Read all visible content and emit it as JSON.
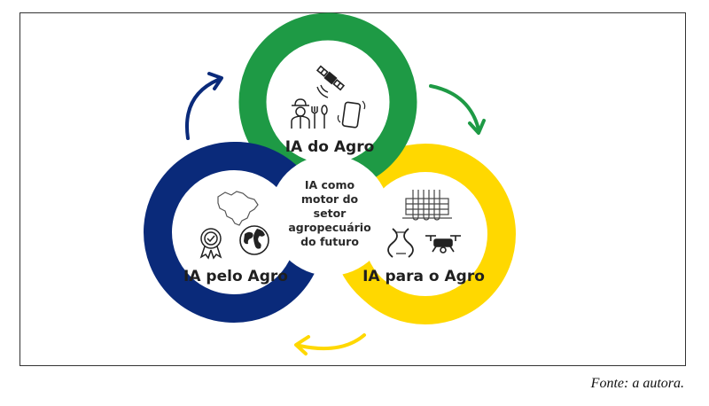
{
  "diagram": {
    "top": {
      "label": "IA do Agro",
      "color": "#1e9a45"
    },
    "left": {
      "label": "IA pelo Agro",
      "color": "#0a2a7a"
    },
    "right": {
      "label": "IA para o Agro",
      "color": "#ffd800"
    },
    "center": {
      "lines": [
        "IA como",
        "motor do",
        "setor",
        "agropecuário",
        "do futuro"
      ]
    },
    "icons": {
      "top": [
        "satellite-icon",
        "farmer-icon",
        "fork-spoon-icon",
        "smartphone-icon"
      ],
      "left": [
        "brazil-map-icon",
        "award-badge-icon",
        "globe-icon"
      ],
      "right": [
        "test-tubes-icon",
        "dna-icon",
        "drone-icon"
      ]
    },
    "arrows": {
      "upper_left": "#0a2a7a",
      "upper_right": "#1e9a45",
      "bottom": "#ffd800"
    }
  },
  "caption": "Fonte: a autora."
}
